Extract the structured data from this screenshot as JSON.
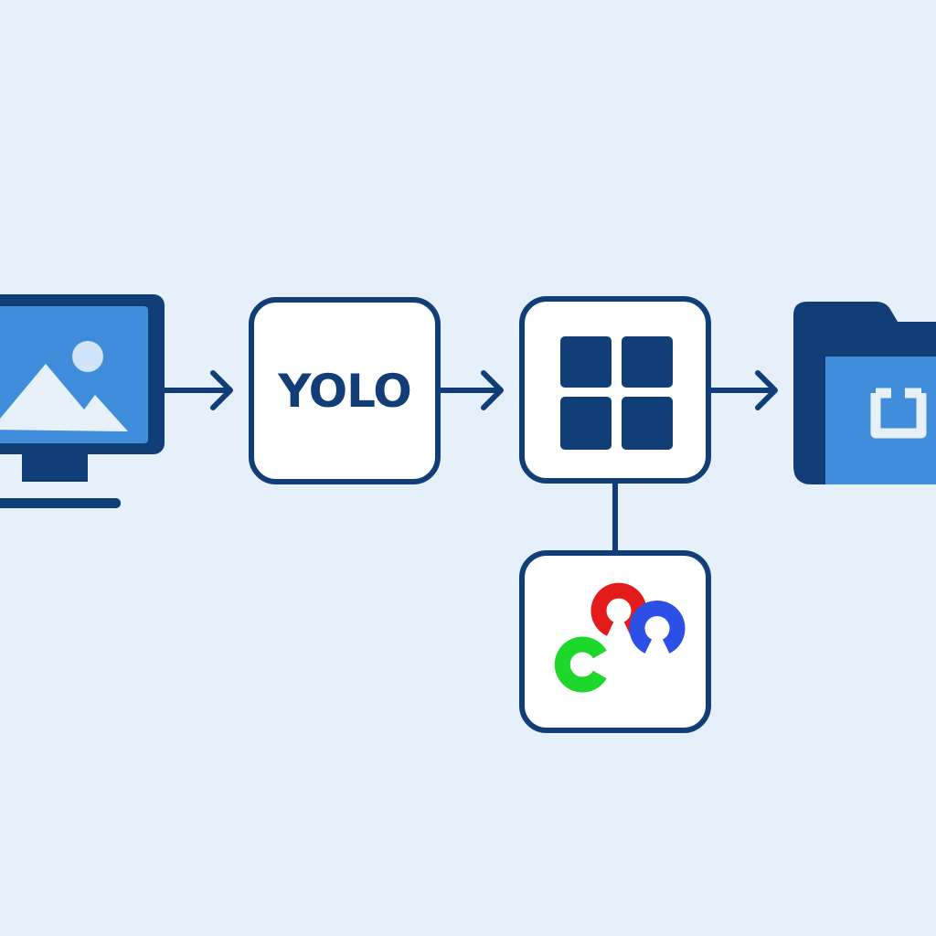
{
  "diagram": {
    "nodes": [
      {
        "id": "input-image",
        "icon": "monitor-image-icon"
      },
      {
        "id": "yolo",
        "label": "YOLO"
      },
      {
        "id": "grid",
        "icon": "grid-four-squares-icon"
      },
      {
        "id": "opencv",
        "icon": "opencv-logo-icon"
      },
      {
        "id": "output-folder",
        "icon": "folder-icon"
      }
    ],
    "edges": [
      {
        "from": "input-image",
        "to": "yolo",
        "style": "arrow"
      },
      {
        "from": "yolo",
        "to": "grid",
        "style": "arrow"
      },
      {
        "from": "grid",
        "to": "output-folder",
        "style": "arrow"
      },
      {
        "from": "grid",
        "to": "opencv",
        "style": "line"
      }
    ],
    "colors": {
      "background": "#e5f0fa",
      "primary_dark": "#123e78",
      "primary_light": "#3f8ddb",
      "opencv_red": "#e41b1b",
      "opencv_green": "#1dd72b",
      "opencv_blue": "#2c4fe6"
    }
  }
}
